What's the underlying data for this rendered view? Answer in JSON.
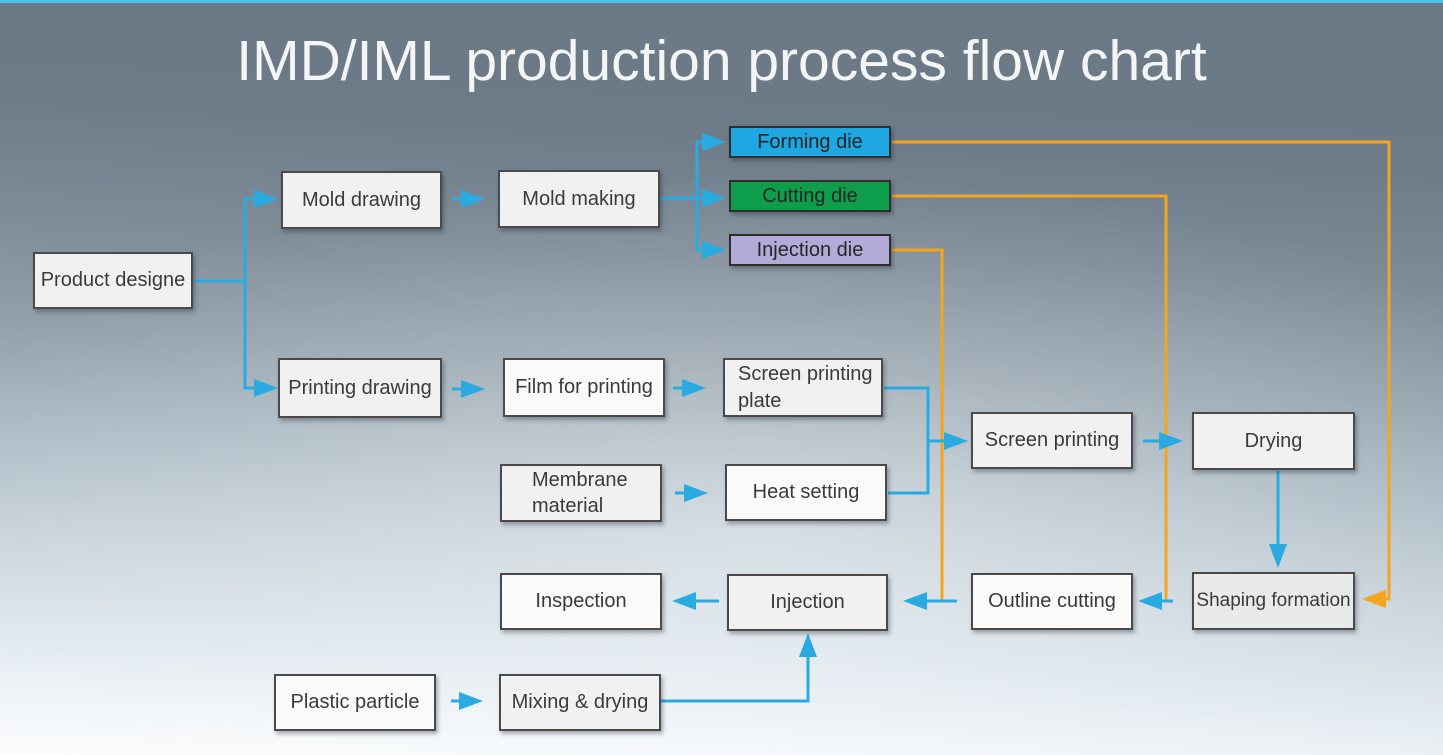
{
  "title": "IMD/IML production process flow chart",
  "colors": {
    "background_top": "#6B7987",
    "background_bottom": "#FBFCFD",
    "top_strip": "#4FC4EA",
    "title_text": "#F3F5F7",
    "flow_arrow_blue": "#29ABE2",
    "die_route_orange": "#F5A41F",
    "node_fill_gray": "#F1F1F2",
    "node_border": "#4A4A4A",
    "node_text": "#3A3A3A",
    "forming_die_fill": "#1FA7E1",
    "cutting_die_fill": "#0D9D4B",
    "injection_die_fill": "#B4AAD7"
  },
  "nodes": [
    {
      "id": "product-designe",
      "label": "Product designe",
      "fill": "gray"
    },
    {
      "id": "mold-drawing",
      "label": "Mold drawing",
      "fill": "gray"
    },
    {
      "id": "mold-making",
      "label": "Mold making",
      "fill": "gray"
    },
    {
      "id": "forming-die",
      "label": "Forming die",
      "fill": "blue"
    },
    {
      "id": "cutting-die",
      "label": "Cutting die",
      "fill": "green"
    },
    {
      "id": "injection-die",
      "label": "Injection die",
      "fill": "purple"
    },
    {
      "id": "printing-drawing",
      "label": "Printing drawing",
      "fill": "gray"
    },
    {
      "id": "film-for-printing",
      "label": "Film for printing",
      "fill": "gray"
    },
    {
      "id": "screen-printing-plate",
      "label": "Screen printing plate",
      "fill": "gray"
    },
    {
      "id": "membrane-material",
      "label": "Membrane material",
      "fill": "gray"
    },
    {
      "id": "heat-setting",
      "label": "Heat setting",
      "fill": "gray"
    },
    {
      "id": "screen-printing",
      "label": "Screen printing",
      "fill": "gray"
    },
    {
      "id": "drying",
      "label": "Drying",
      "fill": "gray"
    },
    {
      "id": "inspection",
      "label": "Inspection",
      "fill": "gray"
    },
    {
      "id": "injection",
      "label": "Injection",
      "fill": "gray"
    },
    {
      "id": "outline-cutting",
      "label": "Outline cutting",
      "fill": "gray"
    },
    {
      "id": "shaping-formation",
      "label": "Shaping formation",
      "fill": "gray"
    },
    {
      "id": "plastic-particle",
      "label": "Plastic particle",
      "fill": "gray"
    },
    {
      "id": "mixing-drying",
      "label": "Mixing & drying",
      "fill": "gray"
    }
  ],
  "edges": [
    {
      "from": "Product designe",
      "to": "Mold drawing",
      "color": "blue"
    },
    {
      "from": "Product designe",
      "to": "Printing drawing",
      "color": "blue"
    },
    {
      "from": "Mold drawing",
      "to": "Mold making",
      "color": "blue"
    },
    {
      "from": "Mold making",
      "to": "Forming die",
      "color": "blue"
    },
    {
      "from": "Mold making",
      "to": "Cutting die",
      "color": "blue"
    },
    {
      "from": "Mold making",
      "to": "Injection die",
      "color": "blue"
    },
    {
      "from": "Forming die",
      "to": "Shaping formation",
      "color": "orange"
    },
    {
      "from": "Cutting die",
      "to": "Outline cutting",
      "color": "orange"
    },
    {
      "from": "Injection die",
      "to": "Injection",
      "color": "orange"
    },
    {
      "from": "Printing drawing",
      "to": "Film for printing",
      "color": "blue"
    },
    {
      "from": "Film for printing",
      "to": "Screen printing plate",
      "color": "blue"
    },
    {
      "from": "Screen printing plate",
      "to": "Screen printing",
      "color": "blue"
    },
    {
      "from": "Membrane material",
      "to": "Heat setting",
      "color": "blue"
    },
    {
      "from": "Heat setting",
      "to": "Screen printing",
      "color": "blue"
    },
    {
      "from": "Screen printing",
      "to": "Drying",
      "color": "blue"
    },
    {
      "from": "Drying",
      "to": "Shaping formation",
      "color": "blue"
    },
    {
      "from": "Shaping formation",
      "to": "Outline cutting",
      "color": "blue"
    },
    {
      "from": "Outline cutting",
      "to": "Injection",
      "color": "blue"
    },
    {
      "from": "Injection",
      "to": "Inspection",
      "color": "blue"
    },
    {
      "from": "Plastic particle",
      "to": "Mixing & drying",
      "color": "blue"
    },
    {
      "from": "Mixing & drying",
      "to": "Injection",
      "color": "blue"
    }
  ]
}
